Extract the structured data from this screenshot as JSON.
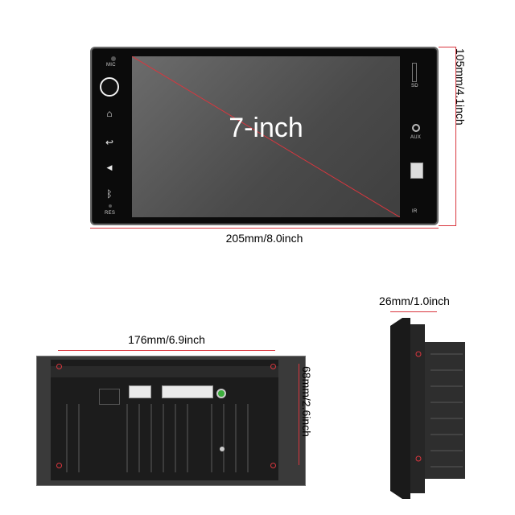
{
  "front": {
    "screen_label": "7-inch",
    "labels": {
      "mic": "MIC",
      "res": "RES",
      "sd": "SD",
      "aux": "AUX",
      "ir": "IR"
    },
    "icons": [
      "power-knob-icon",
      "home-icon",
      "back-icon",
      "navigation-icon",
      "bluetooth-icon"
    ]
  },
  "dimensions": {
    "front_height": "105mm/4.1inch",
    "front_width": "205mm/8.0inch",
    "back_width": "176mm/6.9inch",
    "back_height": "68mm/2.6inch",
    "depth": "26mm/1.0inch"
  },
  "colors": {
    "dimension_line": "#d9363e",
    "bezel": "#0b0b0b",
    "screen": "#555555"
  }
}
